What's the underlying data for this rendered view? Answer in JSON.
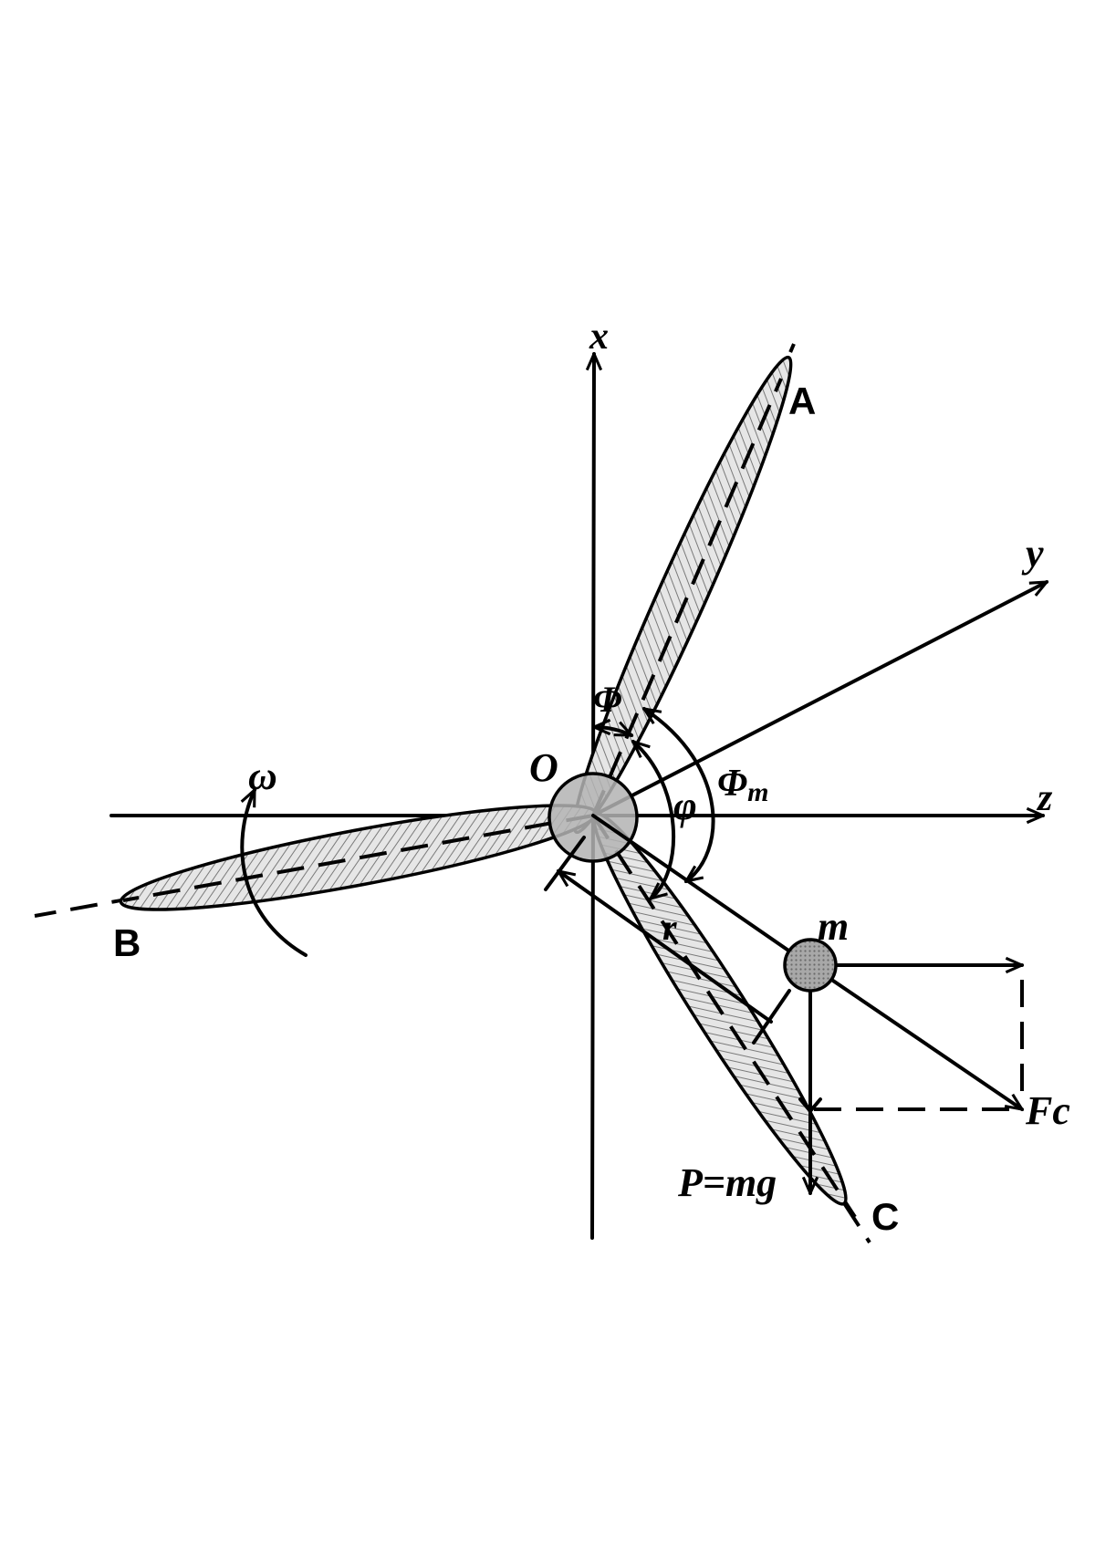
{
  "labels": {
    "axis_x": "x",
    "axis_y": "y",
    "axis_z": "z",
    "origin": "O",
    "blade_a": "A",
    "blade_b": "B",
    "blade_c": "C",
    "omega": "ω",
    "phi": "Φ",
    "varphi": "φ",
    "phi_m": "Φ",
    "phi_m_sub": "m",
    "mass": "m",
    "radius": "r",
    "centrifugal_force": "Fc",
    "weight": "P=mg"
  },
  "colors": {
    "line": "#000000",
    "blade_fill": "#e6e6e6",
    "hatch": "#7a7a7a",
    "hub_fill": "#b3b3b3",
    "mass_fill": "#9a9a9a",
    "background": "#ffffff"
  }
}
